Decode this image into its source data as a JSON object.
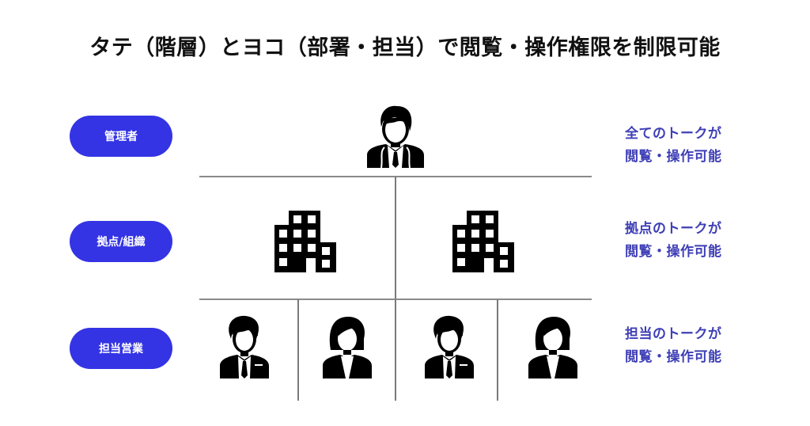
{
  "title": "タテ（階層）とヨコ（部署・担当）で閲覧・操作権限を制限可能",
  "colors": {
    "pill_bg": "#3434e4",
    "pill_text": "#ffffff",
    "desc_text": "#3e3eb6",
    "title_text": "#111111",
    "lines": "#8a8a8a",
    "icons": "#000000"
  },
  "rows": [
    {
      "label": "管理者",
      "desc_line1": "全てのトークが",
      "desc_line2": "閲覧・操作可能",
      "icons": [
        "manager-person-icon"
      ]
    },
    {
      "label": "拠点/組織",
      "desc_line1": "拠点のトークが",
      "desc_line2": "閲覧・操作可能",
      "icons": [
        "building-icon",
        "building-icon"
      ]
    },
    {
      "label": "担当営業",
      "desc_line1": "担当のトークが",
      "desc_line2": "閲覧・操作可能",
      "icons": [
        "male-staff-icon",
        "female-staff-icon",
        "male-staff-icon",
        "female-staff-icon"
      ]
    }
  ]
}
